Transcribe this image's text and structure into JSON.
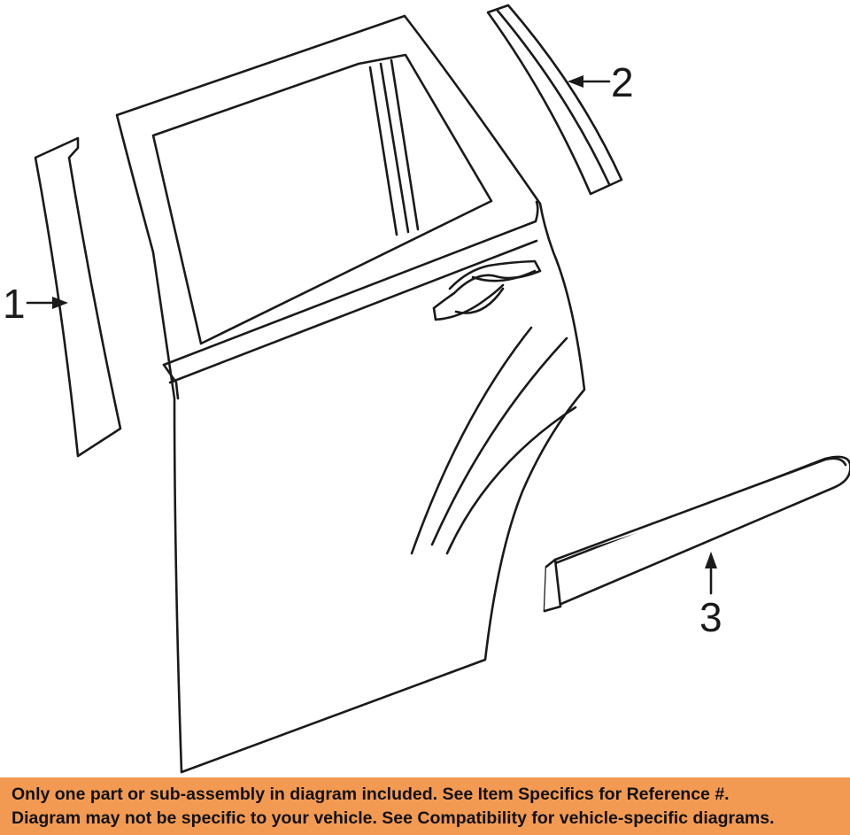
{
  "callouts": [
    {
      "id": "1",
      "label": "1"
    },
    {
      "id": "2",
      "label": "2"
    },
    {
      "id": "3",
      "label": "3"
    }
  ],
  "disclaimer": {
    "line1": "Only one part or sub-assembly in diagram included. See Item Specifics for Reference #.",
    "line2": "Diagram may not be specific to your vehicle. See Compatibility for vehicle-specific diagrams.",
    "background_color": "#f39a52"
  }
}
